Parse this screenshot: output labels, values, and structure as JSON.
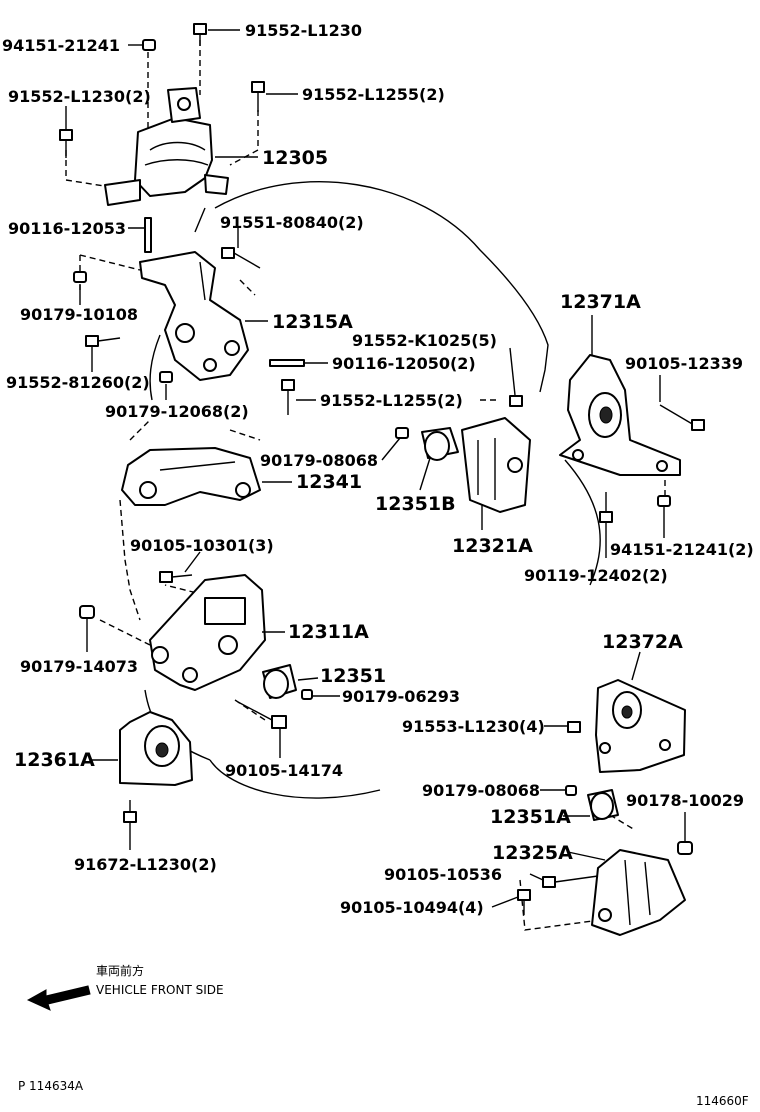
{
  "callouts": [
    {
      "id": "c01",
      "text": "94151-21241",
      "size": "sm"
    },
    {
      "id": "c02",
      "text": "91552-L1230",
      "size": "sm"
    },
    {
      "id": "c03",
      "text": "91552-L1230(2)",
      "size": "sm"
    },
    {
      "id": "c04",
      "text": "91552-L1255(2)",
      "size": "sm"
    },
    {
      "id": "c05",
      "text": "12305",
      "size": "lg"
    },
    {
      "id": "c06",
      "text": "90116-12053",
      "size": "sm"
    },
    {
      "id": "c07",
      "text": "91551-80840(2)",
      "size": "sm"
    },
    {
      "id": "c08",
      "text": "90179-10108",
      "size": "sm"
    },
    {
      "id": "c09",
      "text": "12315A",
      "size": "lg"
    },
    {
      "id": "c10",
      "text": "91552-K1025(5)",
      "size": "sm"
    },
    {
      "id": "c11",
      "text": "90116-12050(2)",
      "size": "sm"
    },
    {
      "id": "c12",
      "text": "91552-81260(2)",
      "size": "sm"
    },
    {
      "id": "c13",
      "text": "90179-12068(2)",
      "size": "sm"
    },
    {
      "id": "c14",
      "text": "91552-L1255(2)",
      "size": "sm"
    },
    {
      "id": "c15",
      "text": "12371A",
      "size": "lg"
    },
    {
      "id": "c16",
      "text": "90105-12339",
      "size": "sm"
    },
    {
      "id": "c17",
      "text": "90179-08068",
      "size": "sm"
    },
    {
      "id": "c18",
      "text": "12341",
      "size": "lg"
    },
    {
      "id": "c19",
      "text": "12351B",
      "size": "lg"
    },
    {
      "id": "c20",
      "text": "12321A",
      "size": "lg"
    },
    {
      "id": "c21",
      "text": "94151-21241(2)",
      "size": "sm"
    },
    {
      "id": "c22",
      "text": "90119-12402(2)",
      "size": "sm"
    },
    {
      "id": "c23",
      "text": "90105-10301(3)",
      "size": "sm"
    },
    {
      "id": "c24",
      "text": "12311A",
      "size": "lg"
    },
    {
      "id": "c25",
      "text": "12372A",
      "size": "lg"
    },
    {
      "id": "c26",
      "text": "90179-14073",
      "size": "sm"
    },
    {
      "id": "c27",
      "text": "12351",
      "size": "lg"
    },
    {
      "id": "c28",
      "text": "90179-06293",
      "size": "sm"
    },
    {
      "id": "c29",
      "text": "91553-L1230(4)",
      "size": "sm"
    },
    {
      "id": "c30",
      "text": "12361A",
      "size": "lg"
    },
    {
      "id": "c31",
      "text": "90105-14174",
      "size": "sm"
    },
    {
      "id": "c32",
      "text": "90179-08068",
      "size": "sm"
    },
    {
      "id": "c33",
      "text": "90178-10029",
      "size": "sm"
    },
    {
      "id": "c34",
      "text": "12351A",
      "size": "lg"
    },
    {
      "id": "c35",
      "text": "12325A",
      "size": "lg"
    },
    {
      "id": "c36",
      "text": "90105-10536",
      "size": "sm"
    },
    {
      "id": "c37",
      "text": "91672-L1230(2)",
      "size": "sm"
    },
    {
      "id": "c38",
      "text": "90105-10494(4)",
      "size": "sm"
    }
  ],
  "front_note": {
    "japanese": "車両前方",
    "english": "VEHICLE FRONT SIDE"
  },
  "footer": {
    "left_code": "P 114634A",
    "right_code": "114660F"
  }
}
